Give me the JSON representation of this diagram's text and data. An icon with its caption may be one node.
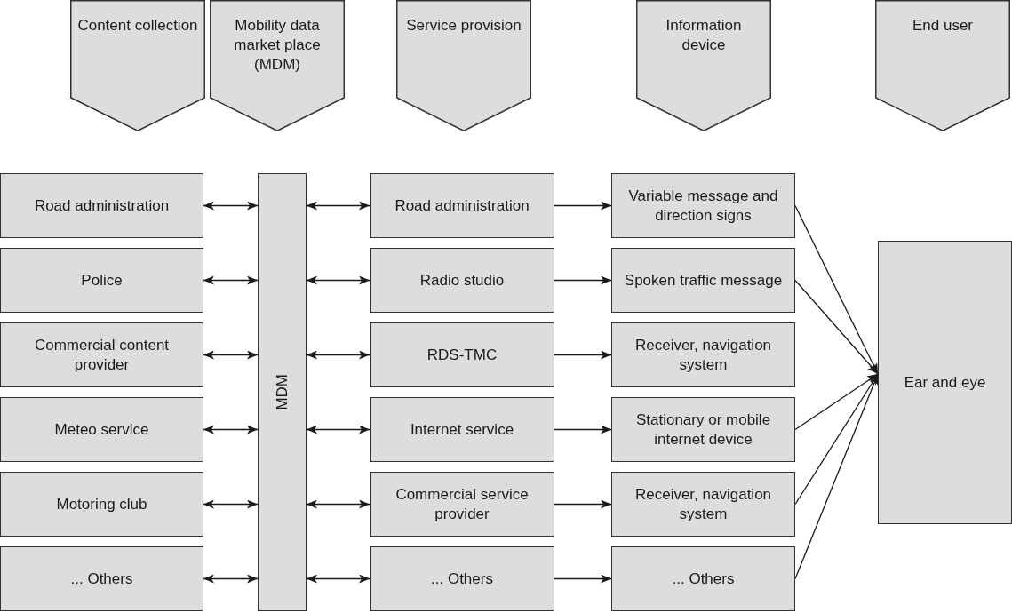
{
  "diagram": {
    "nodes": [
      {
        "text": [
          "Content collection"
        ]
      },
      {
        "text": [
          "Mobility data market place (MDM)"
        ]
      },
      {
        "text": [
          "Service provision"
        ]
      },
      {
        "text": [
          "Information device"
        ]
      },
      {
        "text": [
          "End user"
        ]
      },
      {
        "text": [
          "Road administration"
        ]
      },
      {
        "text": [
          "Police"
        ]
      },
      {
        "text": [
          "Commercial content provider"
        ]
      },
      {
        "text": [
          "Meteo service"
        ]
      },
      {
        "text": [
          "Motoring club"
        ]
      },
      {
        "text": [
          "... Others"
        ]
      },
      {
        "text": [
          "MDM"
        ]
      },
      {
        "text": [
          "Road administration"
        ]
      },
      {
        "text": [
          "Radio studio"
        ]
      },
      {
        "text": [
          "RDS-TMC"
        ]
      },
      {
        "text": [
          "Internet service"
        ]
      },
      {
        "text": [
          "Commercial service provider"
        ]
      },
      {
        "text": [
          "... Others"
        ]
      },
      {
        "text": [
          "Variable message and direction signs"
        ]
      },
      {
        "text": [
          "Spoken traffic message"
        ]
      },
      {
        "text": [
          "Receiver, navigation system"
        ]
      },
      {
        "text": [
          "Stationary or mobile internet device"
        ]
      },
      {
        "text": [
          "Receiver, navigation system"
        ]
      },
      {
        "text": [
          "... Others"
        ]
      },
      {
        "text": [
          "Ear and eye"
        ]
      }
    ],
    "edges": [
      {
        "from": 5,
        "to": 11,
        "arrow": "both"
      },
      {
        "from": 6,
        "to": 11,
        "arrow": "both"
      },
      {
        "from": 7,
        "to": 11,
        "arrow": "both"
      },
      {
        "from": 8,
        "to": 11,
        "arrow": "both"
      },
      {
        "from": 9,
        "to": 11,
        "arrow": "both"
      },
      {
        "from": 10,
        "to": 11,
        "arrow": "both"
      },
      {
        "from": 11,
        "to": 12,
        "arrow": "both"
      },
      {
        "from": 11,
        "to": 13,
        "arrow": "both"
      },
      {
        "from": 11,
        "to": 14,
        "arrow": "both"
      },
      {
        "from": 11,
        "to": 15,
        "arrow": "both"
      },
      {
        "from": 11,
        "to": 16,
        "arrow": "both"
      },
      {
        "from": 11,
        "to": 17,
        "arrow": "both"
      },
      {
        "from": 12,
        "to": 18,
        "arrow": "to"
      },
      {
        "from": 13,
        "to": 19,
        "arrow": "to"
      },
      {
        "from": 14,
        "to": 20,
        "arrow": "to"
      },
      {
        "from": 15,
        "to": 21,
        "arrow": "to"
      },
      {
        "from": 16,
        "to": 22,
        "arrow": "to"
      },
      {
        "from": 17,
        "to": 23,
        "arrow": "to"
      },
      {
        "from": 18,
        "to": 24,
        "arrow": "to"
      },
      {
        "from": 19,
        "to": 24,
        "arrow": "to"
      },
      {
        "from": 21,
        "to": 24,
        "arrow": "to"
      },
      {
        "from": 22,
        "to": 24,
        "arrow": "to"
      },
      {
        "from": 23,
        "to": 24,
        "arrow": "to"
      }
    ]
  }
}
